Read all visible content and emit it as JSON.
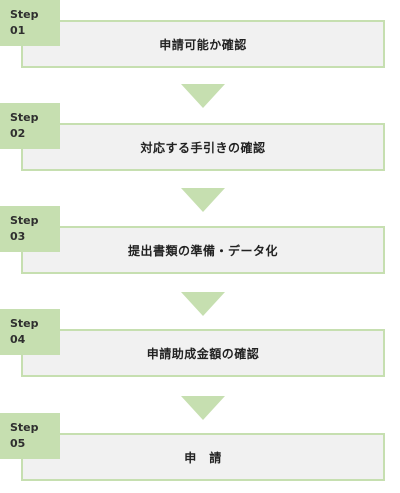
{
  "steps": [
    {
      "label": "Step",
      "number": "01",
      "title": "申請可能か確認"
    },
    {
      "label": "Step",
      "number": "02",
      "title": "対応する手引きの確認"
    },
    {
      "label": "Step",
      "number": "03",
      "title": "提出書類の準備・データ化"
    },
    {
      "label": "Step",
      "number": "04",
      "title": "申請助成金額の確認"
    },
    {
      "label": "Step",
      "number": "05",
      "title": "申　請"
    }
  ],
  "colors": {
    "accent": "#c6dfb0",
    "box_fill": "#f1f1f1",
    "text": "#222222"
  }
}
